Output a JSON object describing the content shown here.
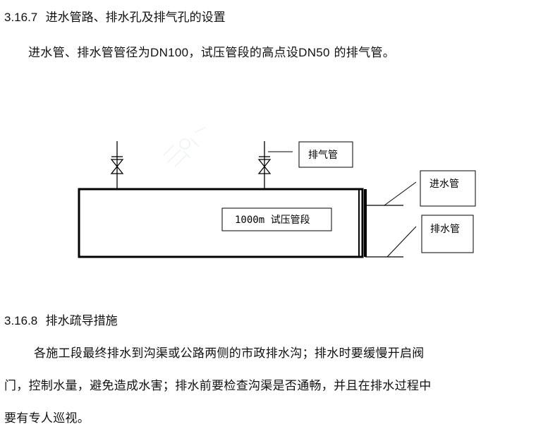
{
  "sections": [
    {
      "number": "3.16.7",
      "title": "进水管路、排水孔及排气孔的设置",
      "paragraph_parts": [
        "进水管、排水管管径为",
        "DN100",
        "，试压管段的高点设",
        "DN50",
        " 的排气管。"
      ]
    },
    {
      "number": "3.16.8",
      "title": "排水疏导措施",
      "paragraph_lines": [
        "各施工段最终排水到沟渠或公路两侧的市政排水沟；排水时要缓慢开启阀",
        "门，控制水量，避免造成水害；排水前要检查沟渠是否通畅，并且在排水过程中",
        "要有专人巡视。"
      ]
    }
  ],
  "diagram": {
    "labels": {
      "exhaust_pipe": "排气管",
      "test_section": "1000m 试压管段",
      "inlet_pipe": "进水管",
      "drain_pipe": "排水管"
    }
  }
}
